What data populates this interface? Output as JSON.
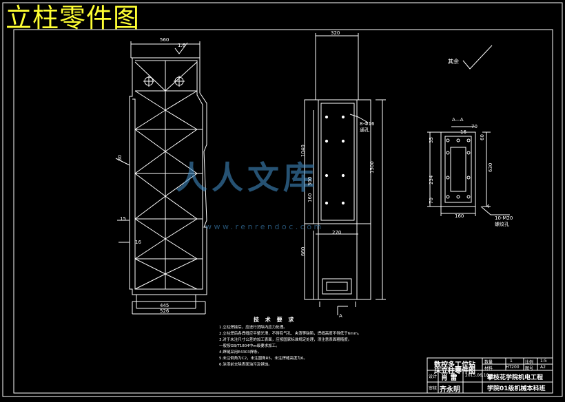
{
  "title": "立柱零件图",
  "watermark": {
    "text": "人人文库",
    "url": "www.renrendoc.com"
  },
  "dimensions": {
    "top_width": "560",
    "roughness_top": "1.6",
    "left_angle": "30",
    "left_small_a": "15",
    "left_small_b": "16",
    "bottom_inner": "445",
    "bottom_outer": "526",
    "side_top": "320",
    "side_1040": "1040",
    "side_1500": "1500",
    "side_300": "300",
    "side_160": "160",
    "side_270": "270",
    "side_660": "660",
    "hole_note": "8-Φ16",
    "hole_note_sub": "通孔",
    "section_ref": "A",
    "section_title": "A—A",
    "sec_70_top": "70",
    "sec_16": "16",
    "sec_35": "35",
    "sec_60": "60",
    "sec_630": "630",
    "sec_234": "234",
    "sec_70_bot": "70",
    "sec_160": "160",
    "sec_4": "4",
    "sec_thread": "10-M20",
    "sec_thread_sub": "螺纹孔"
  },
  "surface_note": "其余",
  "tech_requirements": {
    "title": "技 术 要 求",
    "lines": [
      "1.立柱焊接后，应进行消除内应力处理。",
      "2.立柱焊后各焊缝应平整光滑，不得有气孔、夹渣等缺陷，焊缝高度不得低于6mm。",
      "3.对于未注尺寸公差的加工表面，应按国家标准规定处理，须注意表面粗糙度。",
      "  一般按GB/T1804中m级要求加工。",
      "4.焊缝采用E4303焊条。",
      "5.未注倒角为C2，未注圆角R5，未注焊缝高度为6。",
      "6.涂漆前去除表面油污及锈蚀。"
    ]
  },
  "title_block": {
    "part_name_1": "数控多工位钻",
    "part_name_2": "床立柱零件图",
    "scale_label": "比例",
    "scale": "1:5",
    "qty_label": "数量",
    "qty": "1",
    "material_label": "材料",
    "material": "HT200",
    "sheet_label": "图号",
    "sheet": "A2",
    "row1_label": "设计",
    "designer": "肖  雷",
    "date": "2015.06.10",
    "row2_label": "审核",
    "checker": "齐永明",
    "school_1": "攀枝花学院机电工程",
    "school_2": "学院01级机械本科班"
  }
}
